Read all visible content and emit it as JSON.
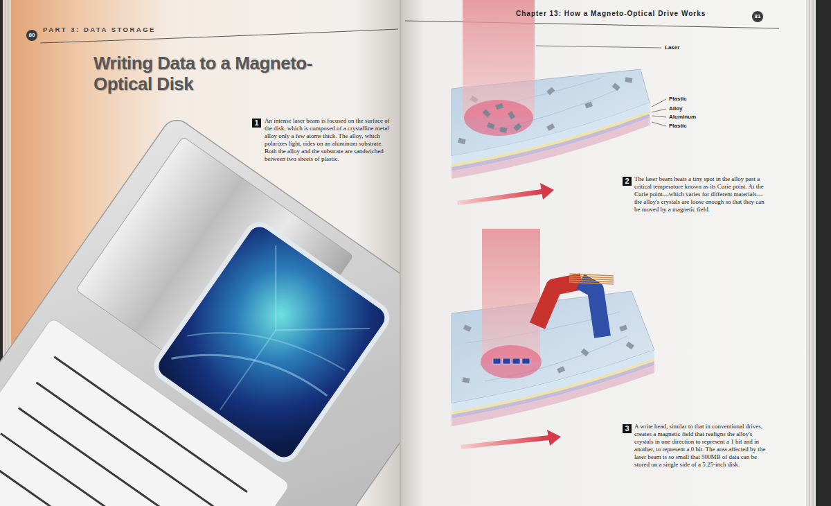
{
  "diagram": {
    "title": "Writing Data to a Magneto-Optical Disk",
    "nodes": [
      {
        "text": [
          "80"
        ]
      },
      {
        "text": [
          "1"
        ]
      },
      {
        "text": [
          "81"
        ]
      },
      {
        "text": [
          "2"
        ]
      },
      {
        "text": [
          "3"
        ]
      }
    ],
    "labels": [
      "PART 3: DATA STORAGE",
      "Chapter 13: How a Magneto-Optical Drive Works",
      "An intense laser beam is focused on the surface of the disk, which is composed of a crystalline metal alloy only a few atoms thick. The alloy, which polarizes light, rides on an aluminum substrate. Both the alloy and the substrate are sandwiched between two sheets of plastic.",
      "Laser",
      "Plastic",
      "Alloy",
      "Aluminum",
      "Plastic",
      "The laser beam heats a tiny spot in the alloy past a critical temperature known as its Curie point. At the Curie point—which varies for different materials—the alloy's crystals are loose enough so that they can be moved by a magnetic field.",
      "A write head, similar to that in conventional drives, creates a magnetic field that realigns the alloy's crystals in one direction to represent a 1 bit and in another, to represent a 0 bit. The area affected by the laser beam is so small that 500MB of data can be stored on a single side of a 5.25-inch disk."
    ]
  }
}
